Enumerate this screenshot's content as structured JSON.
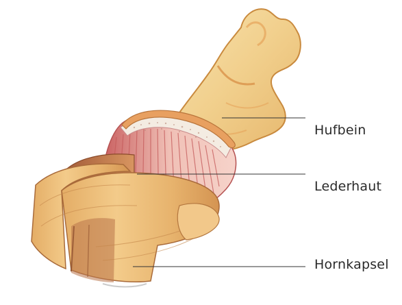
{
  "labels": {
    "hufbein": "Hufbein",
    "lederhaut": "Lederhaut",
    "hornkapsel": "Hornkapsel"
  },
  "colors": {
    "bone_light": "#f5d79a",
    "bone_mid": "#e9b86a",
    "bone_outline": "#c98a3e",
    "corium_light": "#f2c2b8",
    "corium_dark": "#c45a5a",
    "horn_light": "#f0c27f",
    "horn_mid": "#d79a52",
    "horn_dark": "#a8683a",
    "leader_line": "#333333",
    "label_text": "#2a2a2a"
  }
}
